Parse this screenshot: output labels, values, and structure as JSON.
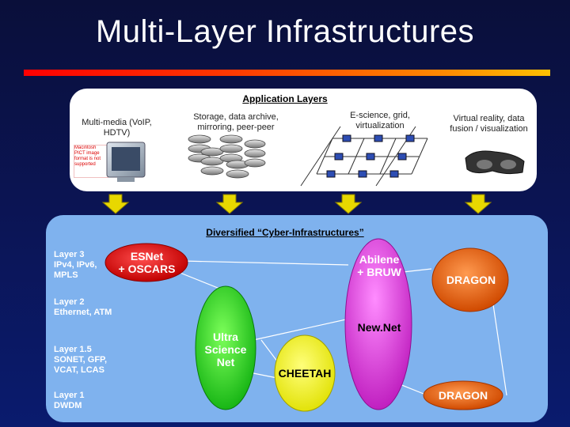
{
  "title": "Multi-Layer Infrastructures",
  "application": {
    "header": "Application Layers",
    "items": [
      {
        "label": "Multi-media (VoIP, HDTV)",
        "image_note": "Macintosh PICT image format is not supported"
      },
      {
        "label": "Storage, data archive, mirroring, peer-peer"
      },
      {
        "label": "E-science, grid, virtualization"
      },
      {
        "label": "Virtual reality, data fusion / visualization"
      }
    ]
  },
  "cyber": {
    "header": "Diversified “Cyber-Infrastructures”",
    "layers": [
      {
        "name": "Layer 3",
        "desc": "IPv4, IPv6, MPLS"
      },
      {
        "name": "Layer 2",
        "desc": "Ethernet, ATM"
      },
      {
        "name": "Layer 1.5",
        "desc": "SONET, GFP, VCAT, LCAS"
      },
      {
        "name": "Layer 1",
        "desc": "DWDM"
      }
    ],
    "networks": {
      "esnet": "ESNet\n+ OSCARS",
      "abilene": "Abilene\n+ BRUW",
      "dragon_top": "DRAGON",
      "newnet": "New.Net",
      "ultra": "Ultra\nScience\nNet",
      "cheetah": "CHEETAH",
      "dragon_bottom": "DRAGON"
    }
  },
  "colors": {
    "esnet": "#e8101a",
    "abilene": "#e040e0",
    "dragon": "#e05a10",
    "ultra": "#29d61a",
    "cheetah": "#f5f500",
    "arrow": "#e8d800"
  }
}
